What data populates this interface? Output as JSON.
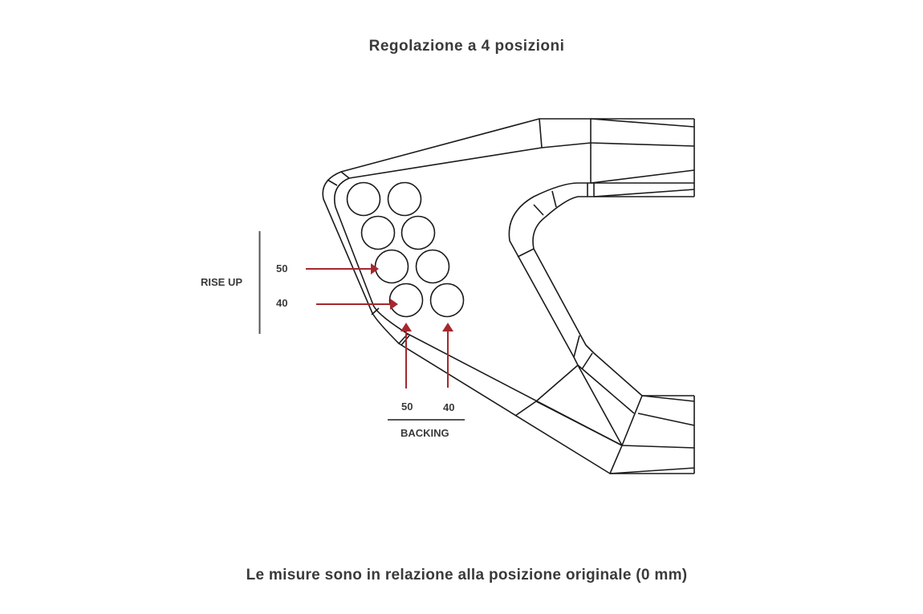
{
  "title": "Regolazione a 4 posizioni",
  "footer": "Le misure sono in relazione alla posizione originale (0 mm)",
  "rise_up": {
    "label": "RISE UP",
    "values": [
      "50",
      "40"
    ]
  },
  "backing": {
    "label": "BACKING",
    "values": [
      "50",
      "40"
    ]
  },
  "colors": {
    "arrow": "#a5282e",
    "line": "#1a1a1a",
    "text": "#3a3a3a"
  }
}
